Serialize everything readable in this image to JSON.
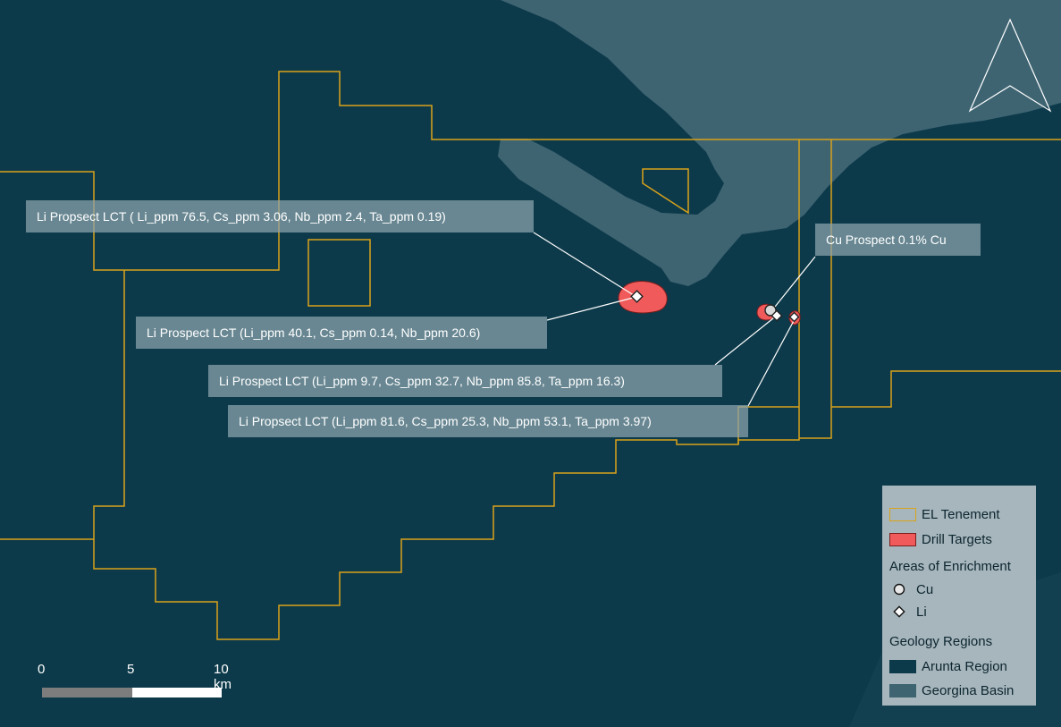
{
  "colors": {
    "arunta": "#0d3a4a",
    "georgina": "#3e6472",
    "tenement": "#d9a21b",
    "drill_target": "#f05a5a",
    "label_bg": "#8ca5af",
    "legend_bg": "#a7b6bc"
  },
  "callouts": [
    {
      "text": "Li Propsect LCT ( Li_ppm 76.5, Cs_ppm 3.06, Nb_ppm 2.4, Ta_ppm 0.19)"
    },
    {
      "text": "Li Prospect LCT (Li_ppm 40.1,  Cs_ppm 0.14, Nb_ppm 20.6)"
    },
    {
      "text": "Cu Prospect 0.1% Cu"
    },
    {
      "text": "Li Prospect LCT (Li_ppm 9.7,  Cs_ppm 32.7,  Nb_ppm 85.8,  Ta_ppm 16.3)"
    },
    {
      "text": "Li Propsect LCT (Li_ppm 81.6, Cs_ppm 25.3, Nb_ppm 53.1, Ta_ppm 3.97)"
    }
  ],
  "legend": {
    "tenement": "EL Tenement",
    "drill_targets": "Drill Targets",
    "enrichment_heading": "Areas of Enrichment",
    "cu": "Cu",
    "li": "Li",
    "geology_heading": "Geology Regions",
    "arunta": "Arunta Region",
    "georgina": "Georgina Basin"
  },
  "scale_bar": {
    "labels": [
      "0",
      "5",
      "10 km"
    ]
  },
  "north_arrow": {
    "icon": "north-arrow-icon"
  }
}
